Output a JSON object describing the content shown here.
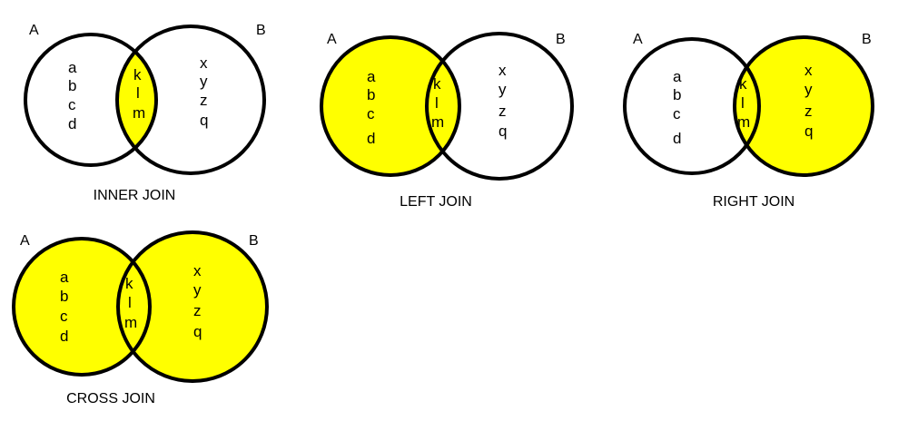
{
  "colors": {
    "fill": "#ffff00",
    "stroke": "#000000",
    "background": "#ffffff"
  },
  "diagrams": [
    {
      "caption": "INNER JOIN",
      "set_a_label": "A",
      "set_b_label": "B",
      "a_only": [
        "a",
        "b",
        "c",
        "d"
      ],
      "both": [
        "k",
        "l",
        "m"
      ],
      "b_only": [
        "x",
        "y",
        "z",
        "q"
      ],
      "fill_a_only": false,
      "fill_both": true,
      "fill_b_only": false
    },
    {
      "caption": "LEFT JOIN",
      "set_a_label": "A",
      "set_b_label": "B",
      "a_only": [
        "a",
        "b",
        "c",
        "d"
      ],
      "both": [
        "k",
        "l",
        "m"
      ],
      "b_only": [
        "x",
        "y",
        "z",
        "q"
      ],
      "fill_a_only": true,
      "fill_both": true,
      "fill_b_only": false
    },
    {
      "caption": "RIGHT JOIN",
      "set_a_label": "A",
      "set_b_label": "B",
      "a_only": [
        "a",
        "b",
        "c",
        "d"
      ],
      "both": [
        "k",
        "l",
        "m"
      ],
      "b_only": [
        "x",
        "y",
        "z",
        "q"
      ],
      "fill_a_only": false,
      "fill_both": true,
      "fill_b_only": true
    },
    {
      "caption": "CROSS JOIN",
      "set_a_label": "A",
      "set_b_label": "B",
      "a_only": [
        "a",
        "b",
        "c",
        "d"
      ],
      "both": [
        "k",
        "l",
        "m"
      ],
      "b_only": [
        "x",
        "y",
        "z",
        "q"
      ],
      "fill_a_only": true,
      "fill_both": true,
      "fill_b_only": true
    }
  ]
}
